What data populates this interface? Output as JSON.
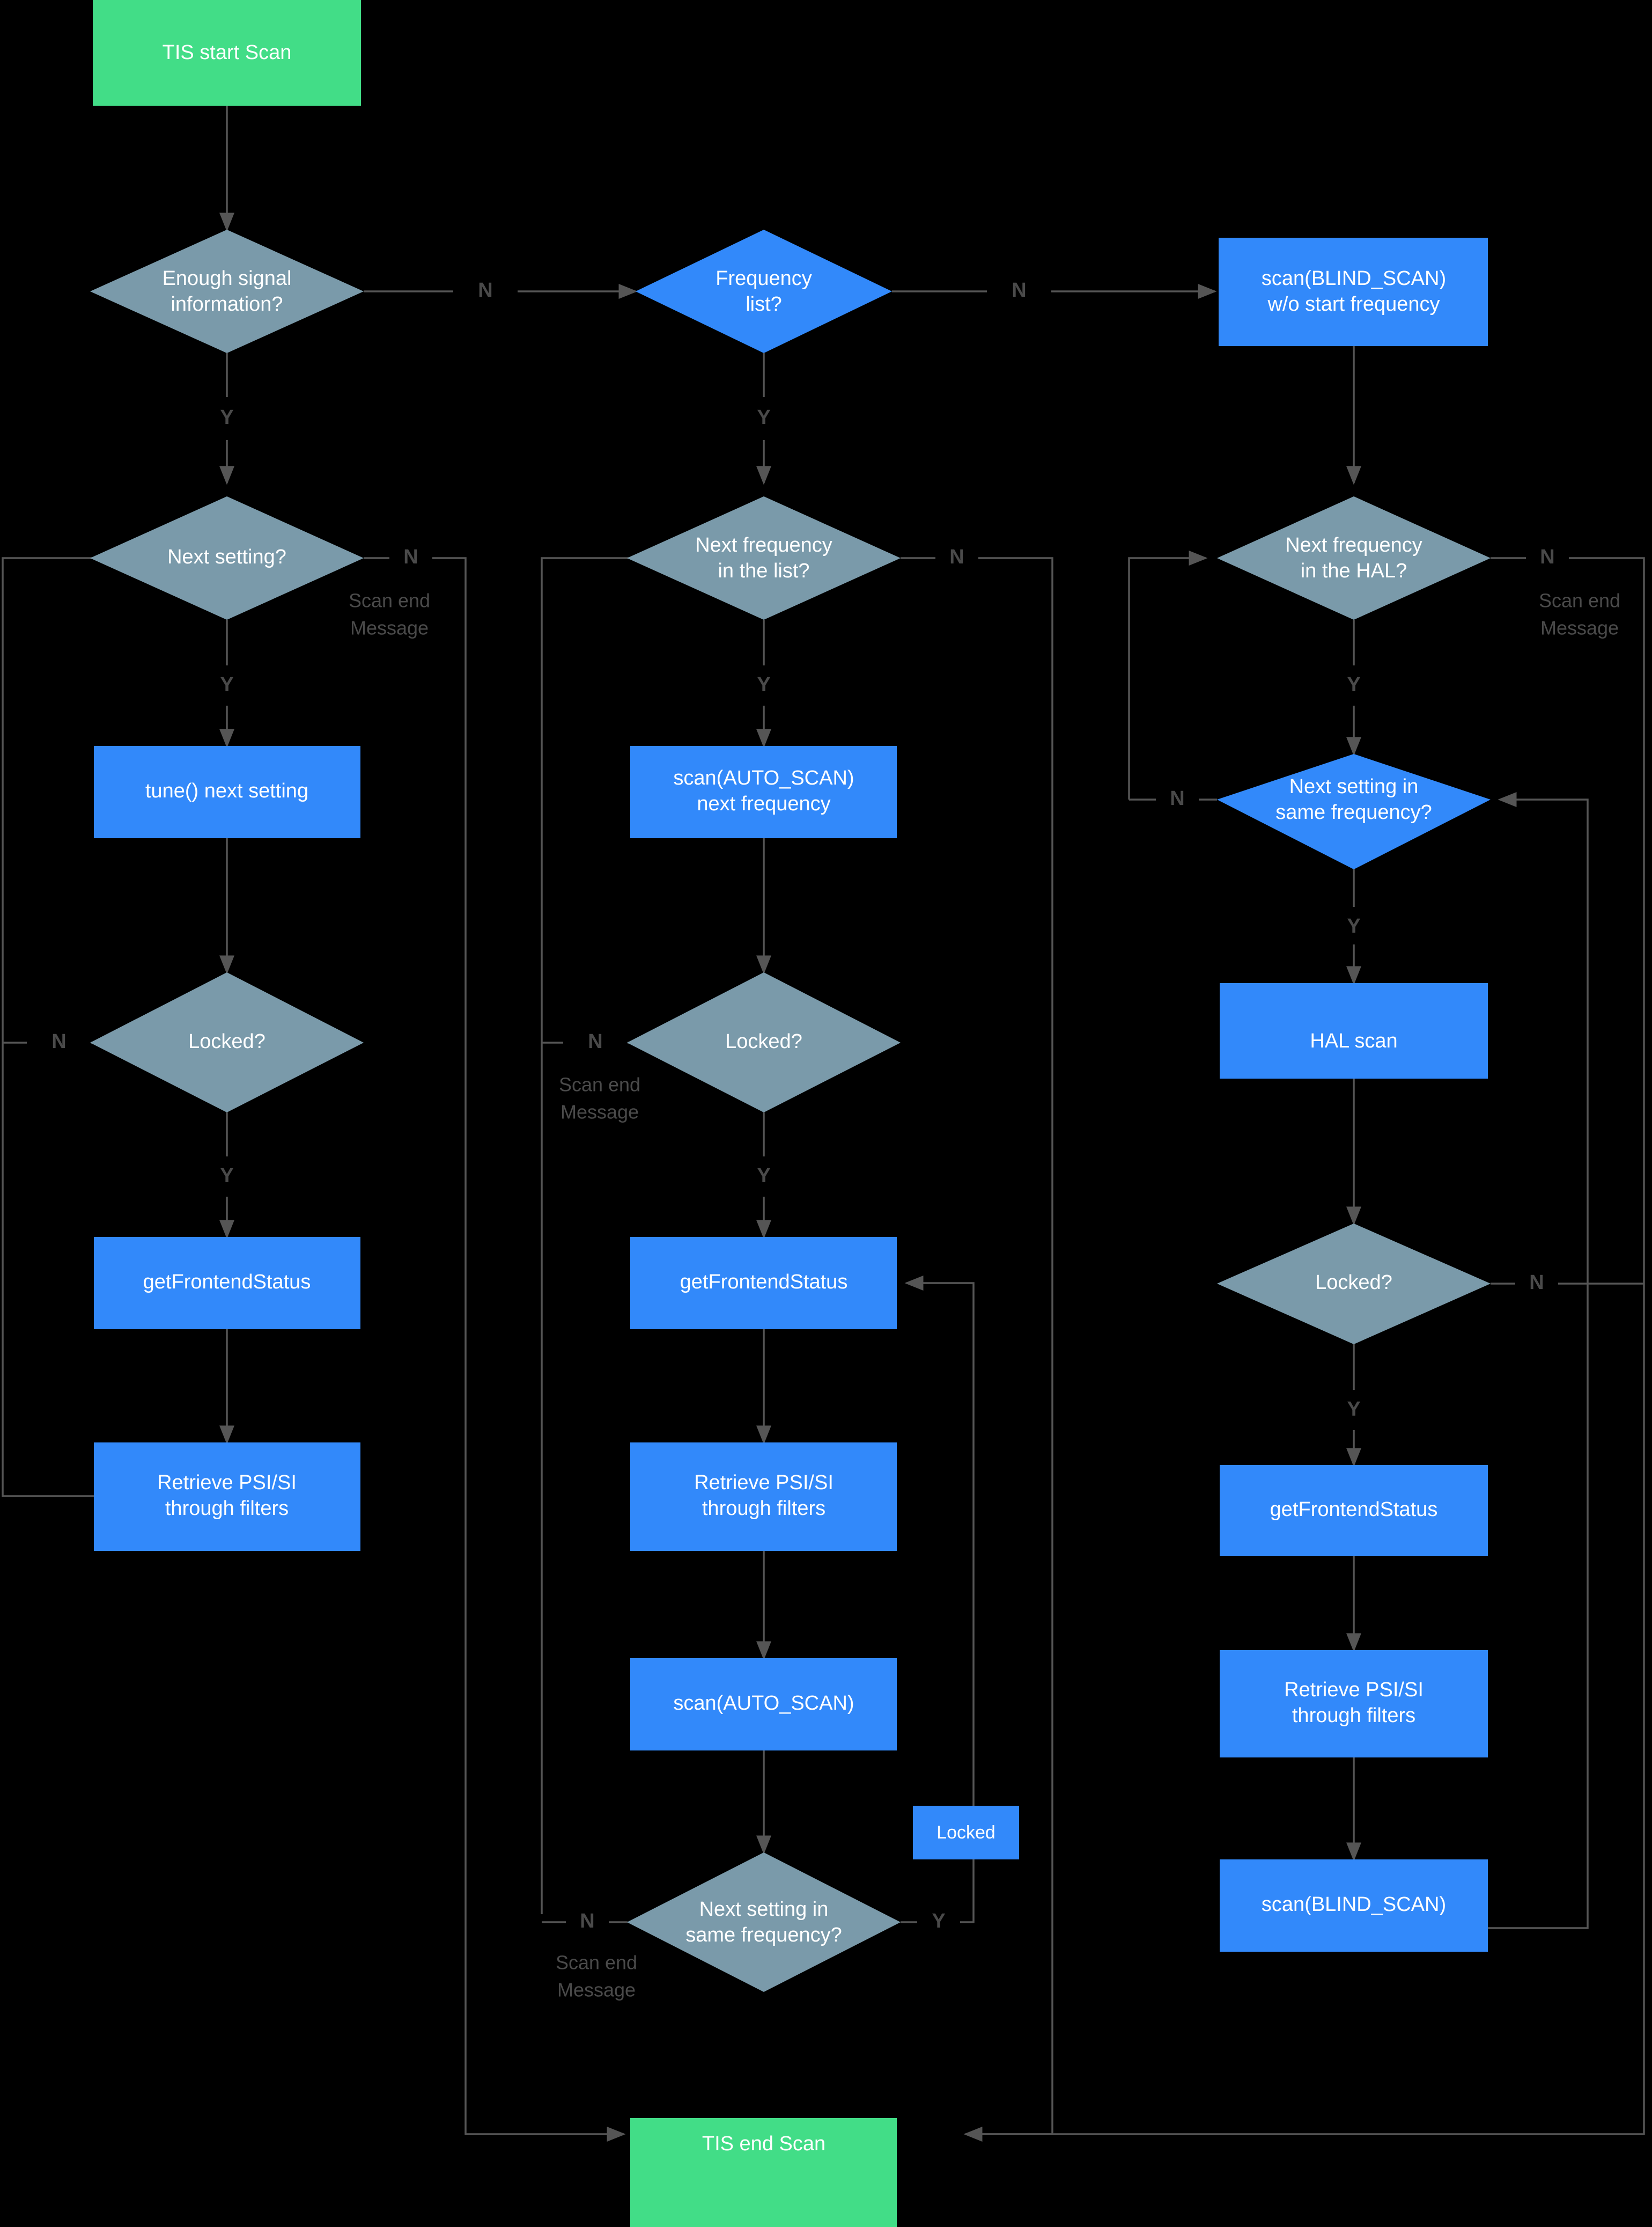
{
  "diagram": {
    "title": "TIS Scan Flowchart",
    "background_color": "#000000",
    "colors": {
      "terminal_green": "#42DD87",
      "process_blue": "#3289FA",
      "decision_gray": "#7A9AAA",
      "decision_blue": "#3289FA",
      "edge_gray": "#555555",
      "edge_label_gray": "#4a4a4a",
      "node_text": "#ffffff"
    },
    "nodes": {
      "start": {
        "label": "TIS start Scan",
        "shape": "rect",
        "fill": "terminal_green"
      },
      "enough_signal": {
        "label_line1": "Enough signal",
        "label_line2": "information?",
        "shape": "diamond",
        "fill": "decision_gray"
      },
      "frequency_list": {
        "label_line1": "Frequency",
        "label_line2": "list?",
        "shape": "diamond",
        "fill": "decision_blue"
      },
      "blind_scan_no_start": {
        "label_line1": "scan(BLIND_SCAN)",
        "label_line2": "w/o start frequency",
        "shape": "rect",
        "fill": "process_blue"
      },
      "next_setting": {
        "label": "Next setting?",
        "shape": "diamond",
        "fill": "decision_gray"
      },
      "next_freq_list": {
        "label_line1": "Next frequency",
        "label_line2": "in the list?",
        "shape": "diamond",
        "fill": "decision_gray"
      },
      "next_freq_hal": {
        "label_line1": "Next frequency",
        "label_line2": "in the HAL?",
        "shape": "diamond",
        "fill": "decision_gray"
      },
      "tune_next_setting": {
        "label": "tune() next setting",
        "shape": "rect",
        "fill": "process_blue"
      },
      "scan_auto_next_freq": {
        "label_line1": "scan(AUTO_SCAN)",
        "label_line2": "next frequency",
        "shape": "rect",
        "fill": "process_blue"
      },
      "next_setting_same_freq_hal": {
        "label_line1": "Next setting in",
        "label_line2": "same frequency?",
        "shape": "diamond",
        "fill": "decision_blue"
      },
      "locked_left": {
        "label": "Locked?",
        "shape": "diamond",
        "fill": "decision_gray"
      },
      "locked_mid": {
        "label": "Locked?",
        "shape": "diamond",
        "fill": "decision_gray"
      },
      "hal_scan": {
        "label": "HAL scan",
        "shape": "rect",
        "fill": "process_blue"
      },
      "get_frontend_left": {
        "label": "getFrontendStatus",
        "shape": "rect",
        "fill": "process_blue"
      },
      "get_frontend_mid": {
        "label": "getFrontendStatus",
        "shape": "rect",
        "fill": "process_blue"
      },
      "locked_right": {
        "label": "Locked?",
        "shape": "diamond",
        "fill": "decision_gray"
      },
      "retrieve_left": {
        "label_line1": "Retrieve PSI/SI",
        "label_line2": "through filters",
        "shape": "rect",
        "fill": "process_blue"
      },
      "retrieve_mid": {
        "label_line1": "Retrieve PSI/SI",
        "label_line2": "through filters",
        "shape": "rect",
        "fill": "process_blue"
      },
      "get_frontend_right": {
        "label": "getFrontendStatus",
        "shape": "rect",
        "fill": "process_blue"
      },
      "scan_auto": {
        "label": "scan(AUTO_SCAN)",
        "shape": "rect",
        "fill": "process_blue"
      },
      "retrieve_right": {
        "label_line1": "Retrieve PSI/SI",
        "label_line2": "through filters",
        "shape": "rect",
        "fill": "process_blue"
      },
      "locked_tag": {
        "label": "Locked",
        "shape": "rect",
        "fill": "process_blue"
      },
      "next_setting_same_freq_mid": {
        "label_line1": "Next setting in",
        "label_line2": "same frequency?",
        "shape": "diamond",
        "fill": "decision_gray"
      },
      "scan_blind_right": {
        "label": "scan(BLIND_SCAN)",
        "shape": "rect",
        "fill": "process_blue"
      },
      "end": {
        "label": "TIS end Scan",
        "shape": "rect",
        "fill": "terminal_green"
      }
    },
    "edge_labels": {
      "yes": "Y",
      "no": "N",
      "scan_end_line1": "Scan end",
      "scan_end_line2": "Message"
    }
  }
}
